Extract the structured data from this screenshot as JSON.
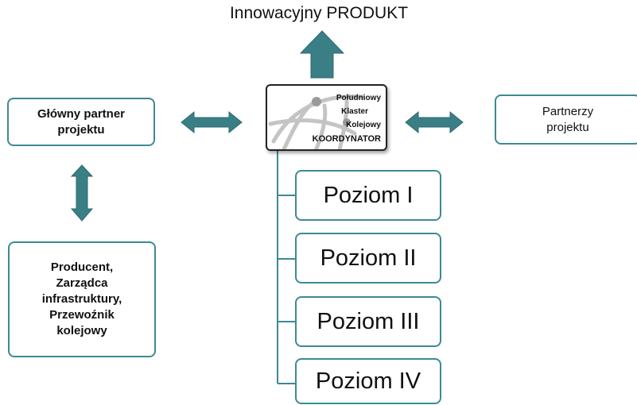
{
  "title": "Innowacyjny PRODUKT",
  "coordinator": {
    "line1": "Południowy",
    "line2": "Klaster",
    "line3": "Kolejowy",
    "line4": "KOORDYNATOR"
  },
  "main_partner": "Główny partner\nprojektu",
  "partners": "Partnerzy\nprojektu",
  "operators": "Producent,\nZarządca\ninfrastruktury,\nPrzewoźnik\nkolejowy",
  "levels": [
    "Poziom I",
    "Poziom II",
    "Poziom III",
    "Poziom IV"
  ],
  "colors": {
    "accent": "#3d8a91",
    "arrow_fill": "#3b7f86",
    "box_border": "#3d8a91"
  }
}
